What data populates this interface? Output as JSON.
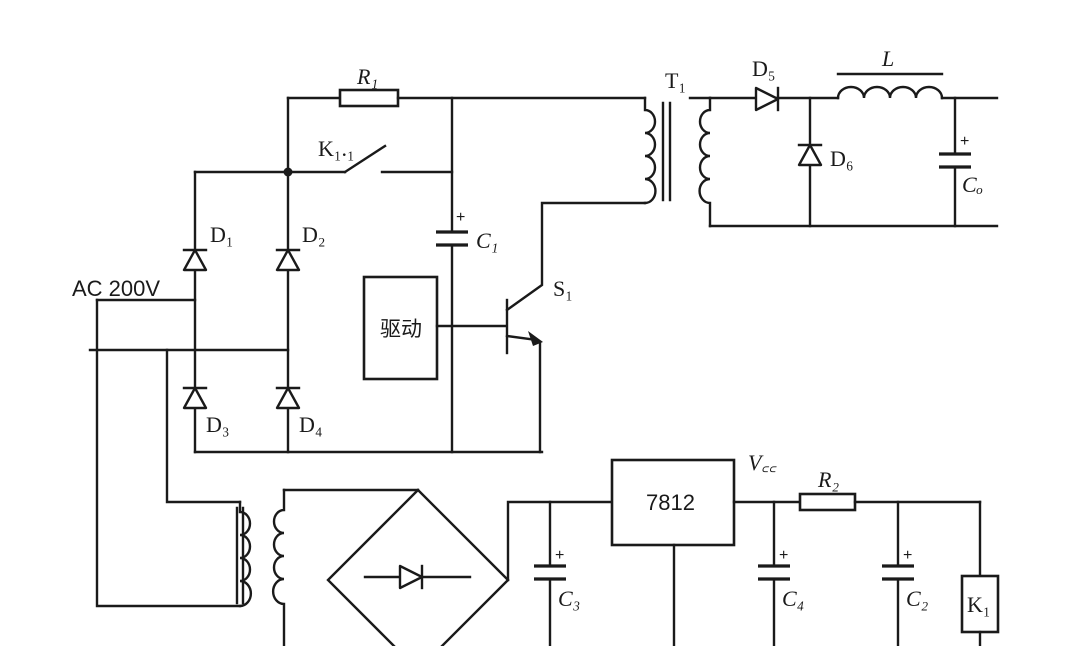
{
  "labels": {
    "ac_source": "AC 200V",
    "r1": "R₁",
    "r2": "R₂",
    "k11": "K₁.₁",
    "k1": "K₁",
    "d1": "D₁",
    "d2": "D₂",
    "d3": "D₃",
    "d4": "D₄",
    "d5": "D₅",
    "d6": "D₆",
    "c1": "C₁",
    "c2": "C₂",
    "c3": "C₃",
    "c4": "C₄",
    "co": "Cₒ",
    "t1": "T₁",
    "l": "L",
    "s1": "S₁",
    "vcc": "V꜀꜀",
    "driver": "驱动",
    "regulator": "7812",
    "plus": "+"
  }
}
